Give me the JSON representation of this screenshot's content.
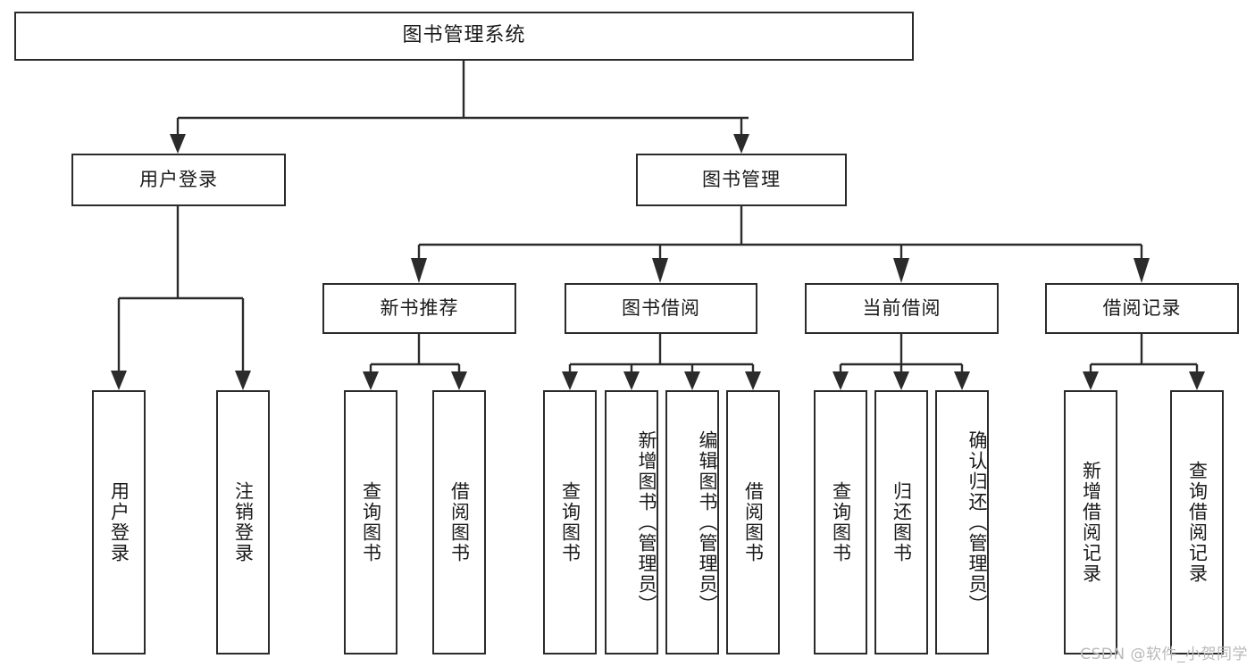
{
  "diagram": {
    "type": "tree-hierarchy",
    "title": "图书管理系统",
    "root": {
      "id": "root",
      "label": "图书管理系统"
    },
    "level2": [
      {
        "id": "user-login",
        "label": "用户登录"
      },
      {
        "id": "book-manage",
        "label": "图书管理"
      }
    ],
    "level3": [
      {
        "id": "new-book-recommend",
        "label": "新书推荐",
        "parent": "book-manage"
      },
      {
        "id": "book-borrow",
        "label": "图书借阅",
        "parent": "book-manage"
      },
      {
        "id": "current-borrow",
        "label": "当前借阅",
        "parent": "book-manage"
      },
      {
        "id": "borrow-record",
        "label": "借阅记录",
        "parent": "book-manage"
      }
    ],
    "leaves": [
      {
        "id": "leaf-user-login",
        "label": "用户登录",
        "parent": "user-login"
      },
      {
        "id": "leaf-logout-login",
        "label": "注销登录",
        "parent": "user-login"
      },
      {
        "id": "leaf-query-book-1",
        "label": "查询图书",
        "parent": "new-book-recommend"
      },
      {
        "id": "leaf-borrow-book-1",
        "label": "借阅图书",
        "parent": "new-book-recommend"
      },
      {
        "id": "leaf-query-book-2",
        "label": "查询图书",
        "parent": "book-borrow"
      },
      {
        "id": "leaf-add-book",
        "label": "新增图书（管理员）",
        "parent": "book-borrow"
      },
      {
        "id": "leaf-edit-book",
        "label": "编辑图书（管理员）",
        "parent": "book-borrow"
      },
      {
        "id": "leaf-borrow-book-2",
        "label": "借阅图书",
        "parent": "book-borrow"
      },
      {
        "id": "leaf-query-book-3",
        "label": "查询图书",
        "parent": "current-borrow"
      },
      {
        "id": "leaf-return-book",
        "label": "归还图书",
        "parent": "current-borrow"
      },
      {
        "id": "leaf-confirm-return",
        "label": "确认归还（管理员）",
        "parent": "current-borrow"
      },
      {
        "id": "leaf-add-record",
        "label": "新增借阅记录",
        "parent": "borrow-record"
      },
      {
        "id": "leaf-query-record",
        "label": "查询借阅记录",
        "parent": "borrow-record"
      }
    ],
    "colors": {
      "box_border": "#2b2b2b",
      "box_fill": "#ffffff",
      "connector": "#2b2b2b",
      "text": "#1a1a1a",
      "watermark": "#b9b9b9",
      "background": "#ffffff"
    }
  },
  "watermark": {
    "text": "CSDN @软件_小贺同学"
  }
}
